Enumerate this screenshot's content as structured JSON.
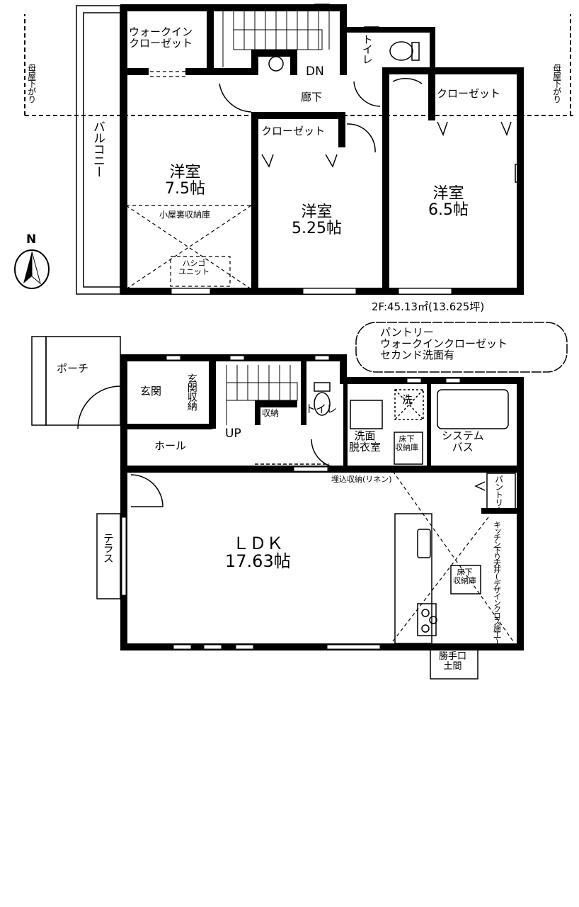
{
  "floor2": {
    "walk_in_closet": "ウォークイン\nクローゼット",
    "walk_in_closet_line1": "ウォークイン",
    "walk_in_closet_line2": "クローゼット",
    "toilet": "トイレ",
    "dn": "DN",
    "corridor": "廊下",
    "closet_right": "クローゼット",
    "closet_middle": "クローゼット",
    "balcony": "バルコニー",
    "room_left_name": "洋室",
    "room_left_size": "7.5帖",
    "attic_storage": "小屋裏収納庫",
    "ladder_unit_line1": "ハシゴ",
    "ladder_unit_line2": "ユニット",
    "room_middle_name": "洋室",
    "room_middle_size": "5.25帖",
    "room_right_name": "洋室",
    "room_right_size": "6.5帖",
    "main_roof_note": "母屋下がり",
    "area": "2F:45.13㎡(13.625坪)"
  },
  "compass": {
    "label": "N"
  },
  "callout": {
    "line1": "パントリー",
    "line2": "ウォークインクローゼット",
    "line3": "セカンド洗面有"
  },
  "floor1": {
    "porch": "ポーチ",
    "entrance": "玄関",
    "entrance_storage": "玄関収納",
    "storage": "収納",
    "toilet": "トイレ",
    "wash": "洗",
    "up": "UP",
    "hall": "ホール",
    "washroom_line1": "洗面",
    "washroom_line2": "脱衣室",
    "underfloor_storage_line1": "床下",
    "underfloor_storage_line2": "収納庫",
    "bath_line1": "システム",
    "bath_line2": "バス",
    "built_in_storage": "埋込収納(リネン)",
    "pantry": "パントリー",
    "ldk_name": "ＬＤＫ",
    "ldk_size": "17.63帖",
    "terrace": "テラス",
    "kitchen_ceiling_note": "キッチン下り天井(デザインクロス施工)",
    "kitchen_underfloor_line1": "床下",
    "kitchen_underfloor_line2": "収納庫",
    "service_entrance_line1": "勝手口",
    "service_entrance_line2": "土間"
  }
}
